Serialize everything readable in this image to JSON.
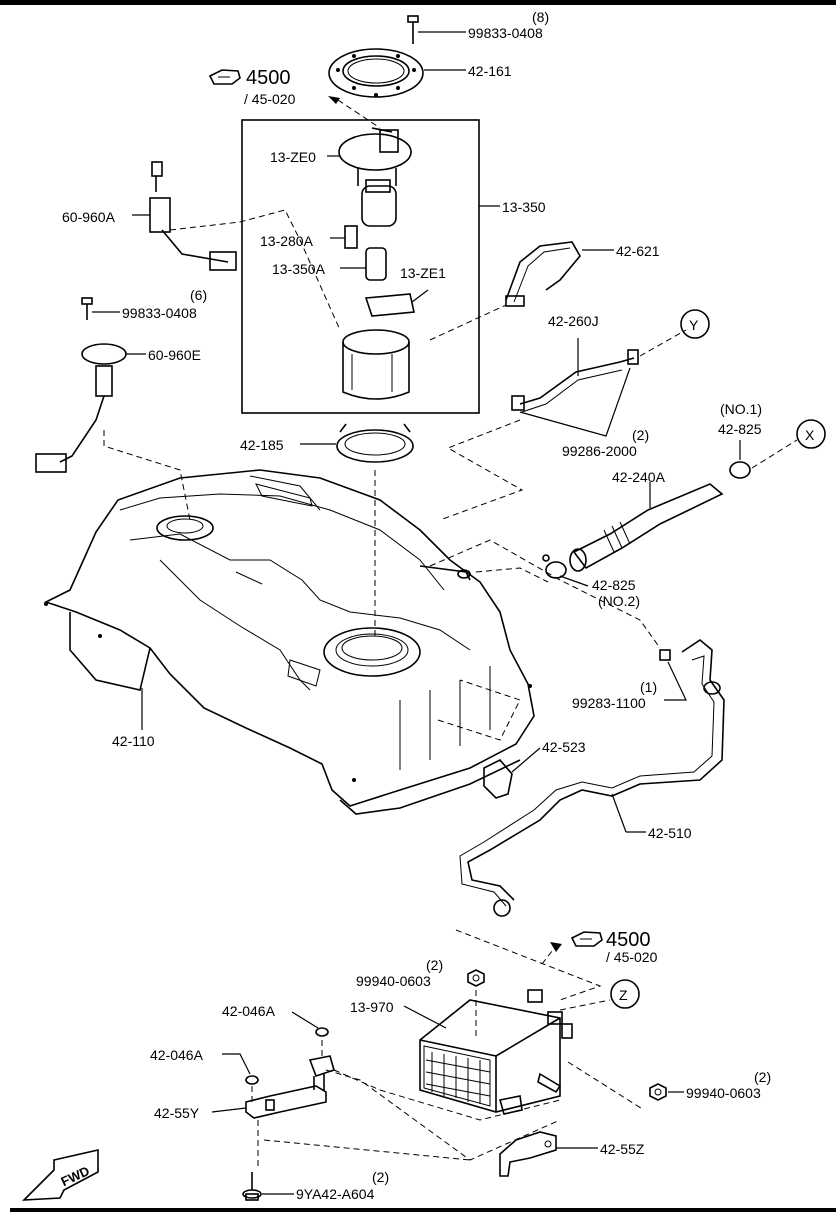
{
  "labels": {
    "l_99833_0408_top": "99833-0408",
    "l_qty8": "(8)",
    "l_42_161": "42-161",
    "l_4500_top": "4500",
    "l_45_020_top": "/ 45-020",
    "l_13_ze0": "13-ZE0",
    "l_13_350": "13-350",
    "l_60_960a": "60-960A",
    "l_13_280a": "13-280A",
    "l_13_350a": "13-350A",
    "l_13_ze1": "13-ZE1",
    "l_42_621": "42-621",
    "l_qty6": "(6)",
    "l_99833_0408_mid": "99833-0408",
    "l_60_960e": "60-960E",
    "l_42_260j": "42-260J",
    "l_y": "Y",
    "l_qty2_clamp": "(2)",
    "l_99286_2000": "99286-2000",
    "l_no1": "(NO.1)",
    "l_42_825_top": "42-825",
    "l_x": "X",
    "l_42_185": "42-185",
    "l_42_240a": "42-240A",
    "l_42_825_bot": "42-825",
    "l_no2": "(NO.2)",
    "l_qty1": "(1)",
    "l_99283_1100": "99283-1100",
    "l_42_110": "42-110",
    "l_42_523": "42-523",
    "l_42_510": "42-510",
    "l_4500_bot": "4500",
    "l_45_020_bot": "/ 45-020",
    "l_qty2_nut_top": "(2)",
    "l_99940_0603_top": "99940-0603",
    "l_13_970": "13-970",
    "l_z": "Z",
    "l_42_046a_top": "42-046A",
    "l_42_046a_mid": "42-046A",
    "l_42_55y": "42-55Y",
    "l_qty2_nut_right": "(2)",
    "l_99940_0603_right": "99940-0603",
    "l_42_55z": "42-55Z",
    "l_qty2_bolt": "(2)",
    "l_9ya42_a604": "9YA42-A604",
    "l_fwd": "FWD"
  }
}
